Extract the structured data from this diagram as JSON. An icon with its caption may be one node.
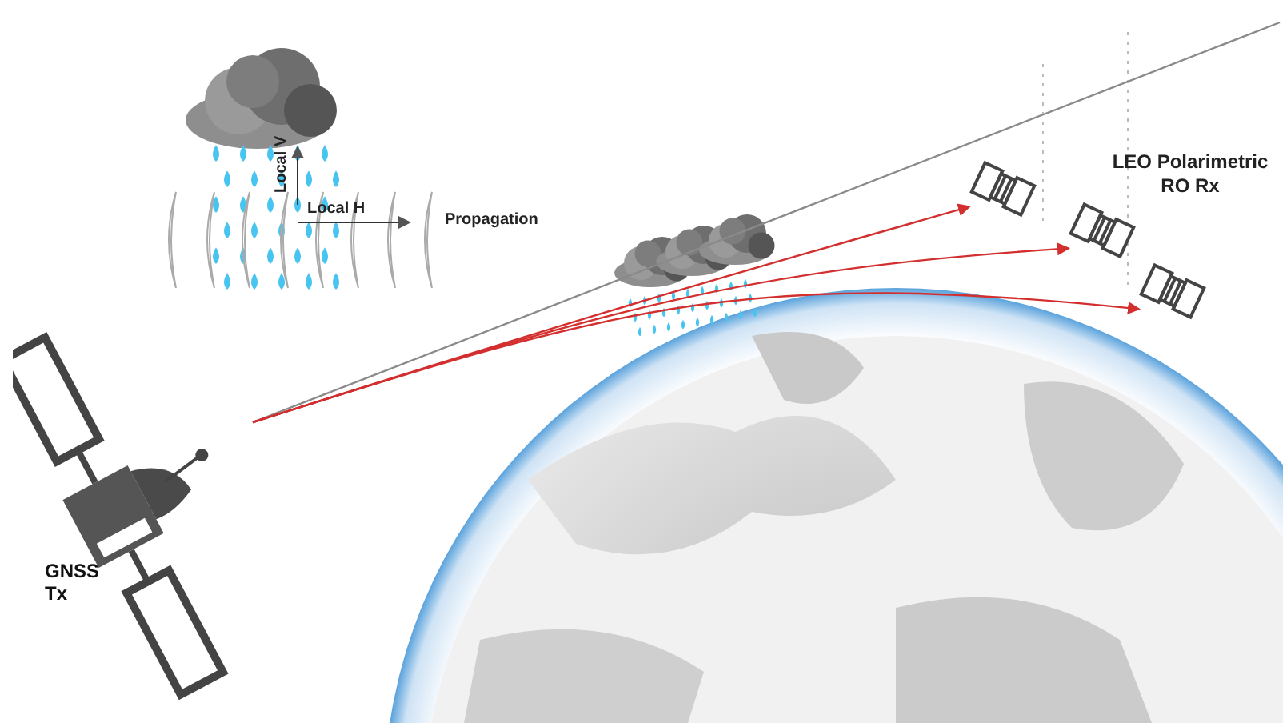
{
  "diagram": {
    "nodes": [
      {
        "text": [
          "GNSS Tx"
        ]
      },
      {
        "text": [],
        "shape": "picture"
      },
      {
        "text": [],
        "shape": "picture"
      },
      {
        "text": [],
        "shape": "picture"
      }
    ],
    "edges": [
      {
        "from": 0,
        "to": null,
        "arrow": "none",
        "color": "#8a8a8a"
      },
      {
        "from": 0,
        "to": 1,
        "arrow": "to"
      },
      {
        "from": 0,
        "to": 2,
        "arrow": "to"
      },
      {
        "from": 0,
        "to": 3,
        "arrow": "to"
      }
    ],
    "labels": [
      "Local V",
      "Local H",
      "Propagation",
      "LEO Polarimetric RO Rx"
    ]
  }
}
